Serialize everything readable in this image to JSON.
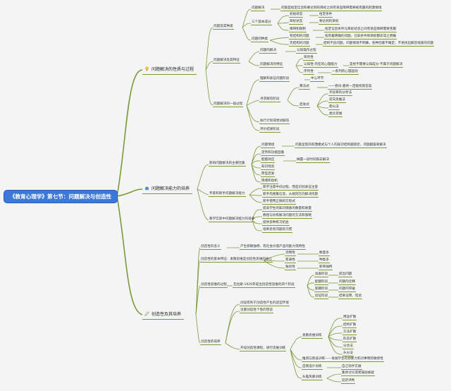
{
  "root": "《教育心理学》第七节：问题解决与创造性",
  "b1": {
    "title": "问题解决的性质与过程",
    "g1": {
      "label": "问题及其种类",
      "a": "问题解决",
      "a1": "问题是给定信息和要达到的目标之间有某些障碍需要被克服的刺激情境",
      "b": "三个基本成分",
      "b1": "初始状态",
      "b1v": "给定条件",
      "b2": "目标状态",
      "b2v": "要达到的目标",
      "b3": "障碍和限制",
      "b3v": "给定信息条件与目标状态之间有某些障碍需要克服",
      "c": "问题的种类",
      "c1": "有结构的问题",
      "c1v": "指有着明确的问题，已知条件和目标都非常之明确",
      "c2": "无结构的问题",
      "c2v": "结构不良问题，问题情境不明确，各种因素不确定，不易找出解答线索的问题"
    },
    "g2": {
      "label": "问题解决及其特征",
      "a": "问题的解决",
      "a1": "认知操作过程",
      "b": "问题解决的特征",
      "b1": "目的性",
      "b2": "认知性-内在的心理能力",
      "b2v": "是经不需要认知成分-不属于问题解决",
      "b3": "序列性",
      "b3v": "一系列的心理运动"
    },
    "g3": {
      "label": "问题解决的一般过程",
      "a": "理解和表征问题阶段",
      "a1": "中心环节",
      "b": "寻求解答阶段",
      "b1": "算法式",
      "b1v": "一一尝试-最终一定能找到答案",
      "b2": "启发式",
      "b2a": "手段目的分析法",
      "b2b": "逆向反推法",
      "b2c": "爬山法",
      "b2d": "类比思维",
      "c": "执行计划或尝试解答",
      "d": "评价结果阶段"
    }
  },
  "b2": {
    "title": "问题解决能力的培养",
    "g1": {
      "label": "影响问题解决的主要因素",
      "a": "问题情境",
      "a1": "问题呈现的刺激模式与个人的知识结构越接近，问题越容易解决",
      "b": "定势和功能固着",
      "c": "酝酿效应",
      "c1": "搁置一段时间再去解决",
      "d": "知识经验",
      "e": "原型启发",
      "f": "情绪和动机"
    },
    "g2": {
      "label": "专家和新手问题解决能力",
      "a": "新手注意中间过程，而是识别表征注意",
      "b": "新手先搜集信息，从规则方向解决问题",
      "c": "新手使用正确的方程式"
    },
    "g3": {
      "label": "教学实际中问题解决能力的培养",
      "a": "提高学生的知识储备的数量和质量",
      "b": "教授与训练解决问题的方法和策略",
      "c": "提供多种练习机会",
      "d": "培养思考问题的习惯"
    }
  },
  "b3": {
    "title": "创造性及其培养",
    "g1": {
      "label": "创造性的含义",
      "a": "产生新颖独特、有社会价值产品的能力或特性"
    },
    "g2": {
      "label": "创造性的基本特征：发散思维是创造性思维的核心",
      "a": "流畅性",
      "a1": "数量多",
      "b": "变通性",
      "b1": "种类多",
      "c": "独创性",
      "c1": "新奇独特"
    },
    "g3": {
      "label": "创造性思维的过程",
      "a": "瓦拉斯-1926年提出创造性思维的四个阶段",
      "a1": "准备阶段",
      "a1v": "提出问题",
      "a2": "酝酿阶段",
      "a2v": "问题的诠释",
      "a3": "豁朗阶段",
      "a3v": "问题的突破",
      "a4": "验证阶段",
      "a4v": "结果证明、检验"
    },
    "g4": {
      "label": "创造性的培养",
      "a": "创设有利于创造性产生的适宜环境",
      "b": "注重创造性个性的塑造",
      "c": "开设创造性课程，进行思维训练",
      "c1": "发散思维训练",
      "c1a": "用途扩散",
      "c1b": "结构扩散",
      "c1c": "方法扩散",
      "c1d": "形态扩散",
      "c1e": "分合法",
      "c1f": "头分法",
      "c2": "推测与假设训练——发展学生的想象力和对事物的敏感性",
      "c3": "自我设计训练",
      "c3v": "自己动手实做",
      "c4": "头脑风暴训练",
      "c4a": "集体讨论或者鼓励质疑",
      "c4b": "延迟评判"
    }
  },
  "colors": {
    "root": "#3c78d8",
    "line": "#7a9a3a",
    "background": "#f4f4f4"
  },
  "icons": {
    "b1": "bulb-icon",
    "b2": "bag-icon",
    "b3": "pencil-icon"
  }
}
